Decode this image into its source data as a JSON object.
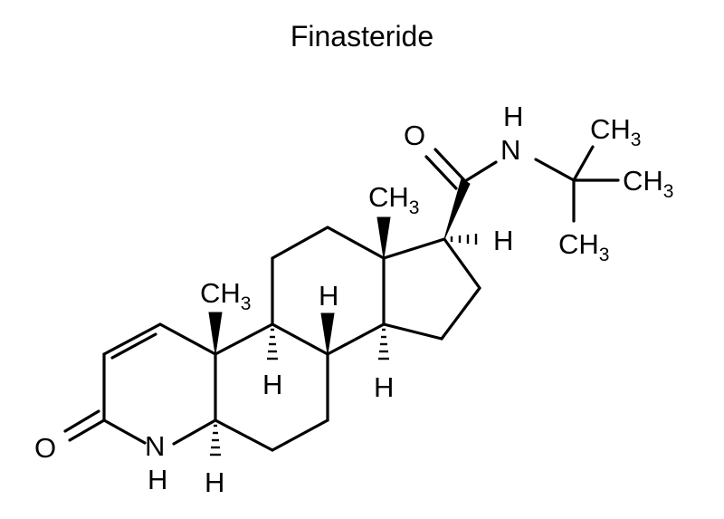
{
  "title": "Finasteride",
  "labels": {
    "o_lactam": "O",
    "n_lactam": "N",
    "h_n_lactam": "H",
    "h_c5": "H",
    "ch3_c10": "CH",
    "ch3_c10_sub": "3",
    "h_c8": "H",
    "h_c9": "H",
    "h_c14": "H",
    "ch3_c13": "CH",
    "ch3_c13_sub": "3",
    "h_c17": "H",
    "o_amide": "O",
    "n_amide": "N",
    "h_n_amide": "H",
    "ch3_tbu_top": "CH",
    "ch3_tbu_top_sub": "3",
    "ch3_tbu_right": "CH",
    "ch3_tbu_right_sub": "3",
    "ch3_tbu_bottom": "CH",
    "ch3_tbu_bottom_sub": "3"
  }
}
